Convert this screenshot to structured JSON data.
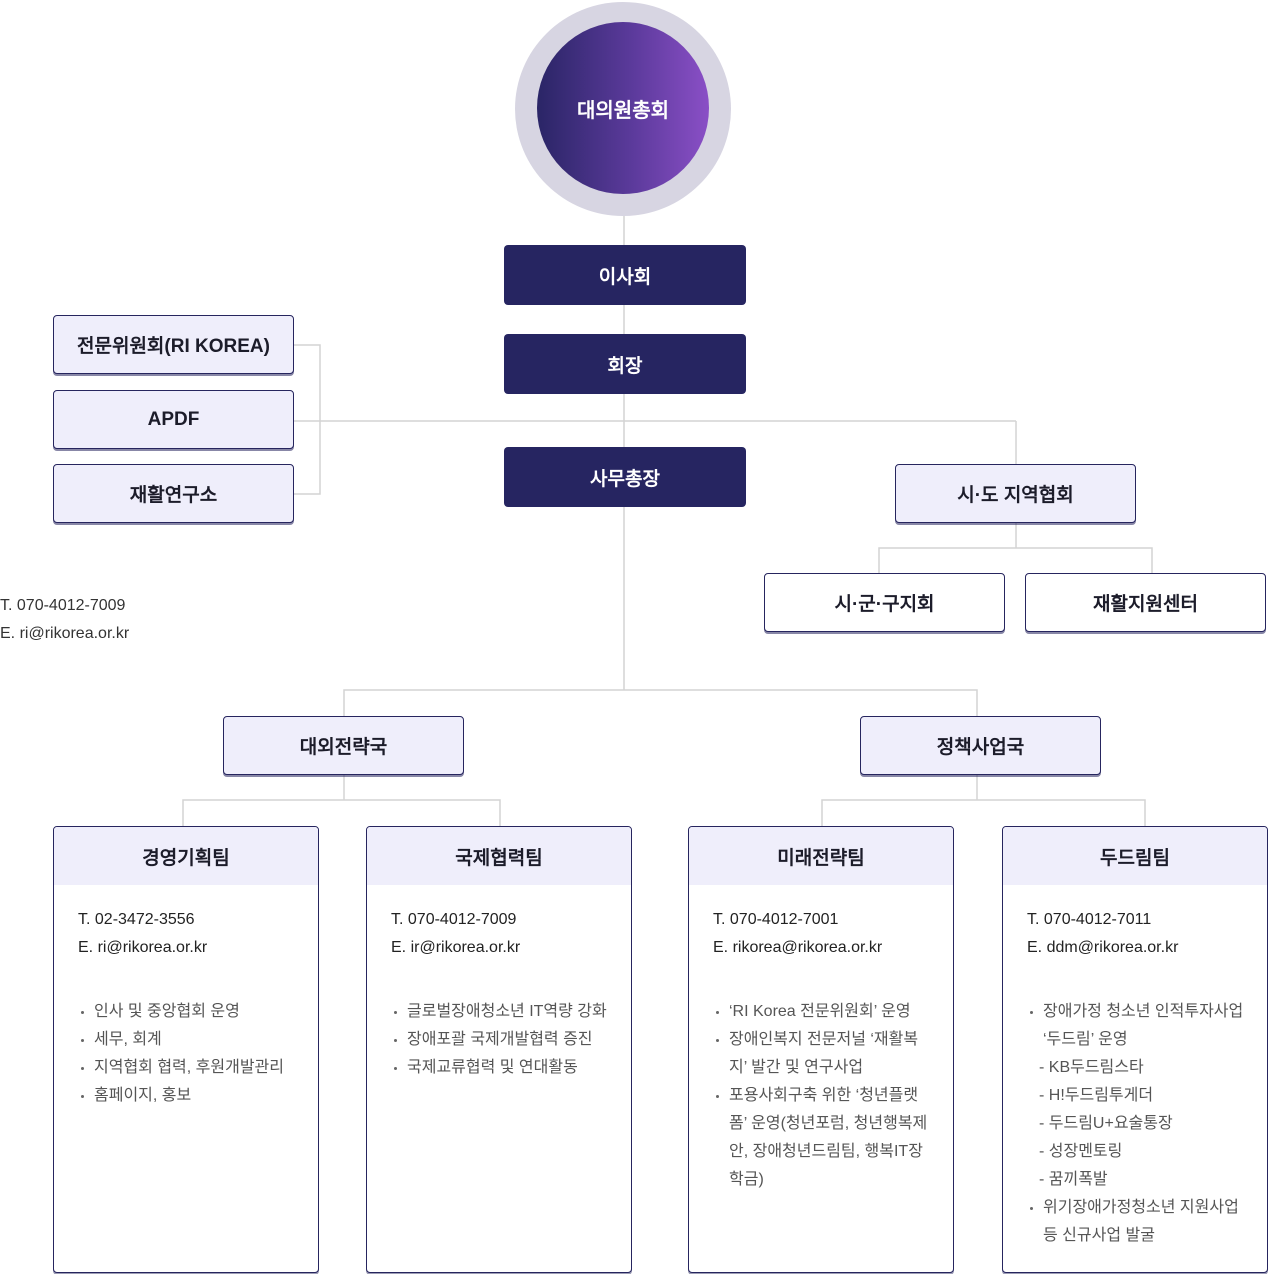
{
  "nodes": {
    "assembly": "대의원총회",
    "board": "이사회",
    "president": "회장",
    "secretary_general": "사무총장",
    "committee": "전문위원회(RI KOREA)",
    "apdf": "APDF",
    "institute": "재활연구소",
    "regional": "시·도 지역협회",
    "branch": "시·군·구지회",
    "rehab_center": "재활지원센터",
    "external_bureau": "대외전략국",
    "policy_bureau": "정책사업국"
  },
  "secretariat_contact": {
    "phone": "T. 070-4012-7009",
    "email": "E. ri@rikorea.or.kr"
  },
  "teams": [
    {
      "name": "경영기획팀",
      "phone": "T. 02-3472-3556",
      "email": "E. ri@rikorea.or.kr",
      "items": [
        {
          "kind": "bullet",
          "text": "인사 및 중앙협회 운영"
        },
        {
          "kind": "bullet",
          "text": "세무, 회계"
        },
        {
          "kind": "bullet",
          "text": "지역협회 협력, 후원개발관리"
        },
        {
          "kind": "bullet",
          "text": "홈페이지, 홍보"
        }
      ]
    },
    {
      "name": "국제협력팀",
      "phone": "T. 070-4012-7009",
      "email": "E. ir@rikorea.or.kr",
      "items": [
        {
          "kind": "bullet",
          "text": "글로벌장애청소년 IT역량 강화"
        },
        {
          "kind": "bullet",
          "text": "장애포괄 국제개발협력 증진"
        },
        {
          "kind": "bullet",
          "text": "국제교류협력 및 연대활동"
        }
      ]
    },
    {
      "name": "미래전략팀",
      "phone": "T. 070-4012-7001",
      "email": "E. rikorea@rikorea.or.kr",
      "items": [
        {
          "kind": "bullet",
          "text": "‘RI Korea 전문위원회’ 운영"
        },
        {
          "kind": "bullet",
          "text": "장애인복지 전문저널 ‘재활복지’ 발간 및 연구사업"
        },
        {
          "kind": "bullet",
          "text": "포용사회구축 위한 ‘청년플랫폼’ 운영(청년포럼, 청년행복제안, 장애청년드림팀, 행복IT장학금)"
        }
      ]
    },
    {
      "name": "두드림팀",
      "phone": "T. 070-4012-7011",
      "email": "E. ddm@rikorea.or.kr",
      "items": [
        {
          "kind": "bullet",
          "text": "장애가정 청소년 인적투자사업 ‘두드림’ 운영"
        },
        {
          "kind": "sub",
          "text": "- KB두드림스타"
        },
        {
          "kind": "sub",
          "text": "- H!두드림투게더"
        },
        {
          "kind": "sub",
          "text": "- 두드림U+요술통장"
        },
        {
          "kind": "sub",
          "text": "- 성장멘토링"
        },
        {
          "kind": "sub",
          "text": "- 꿈끼폭발"
        },
        {
          "kind": "bullet",
          "text": "위기장애가정청소년 지원사업 등 신규사업 발굴"
        }
      ]
    }
  ],
  "colors": {
    "navy": "#262561",
    "light_fill": "#efeefb",
    "ring": "#d7d5e2",
    "connector": "#d4d4d4"
  }
}
